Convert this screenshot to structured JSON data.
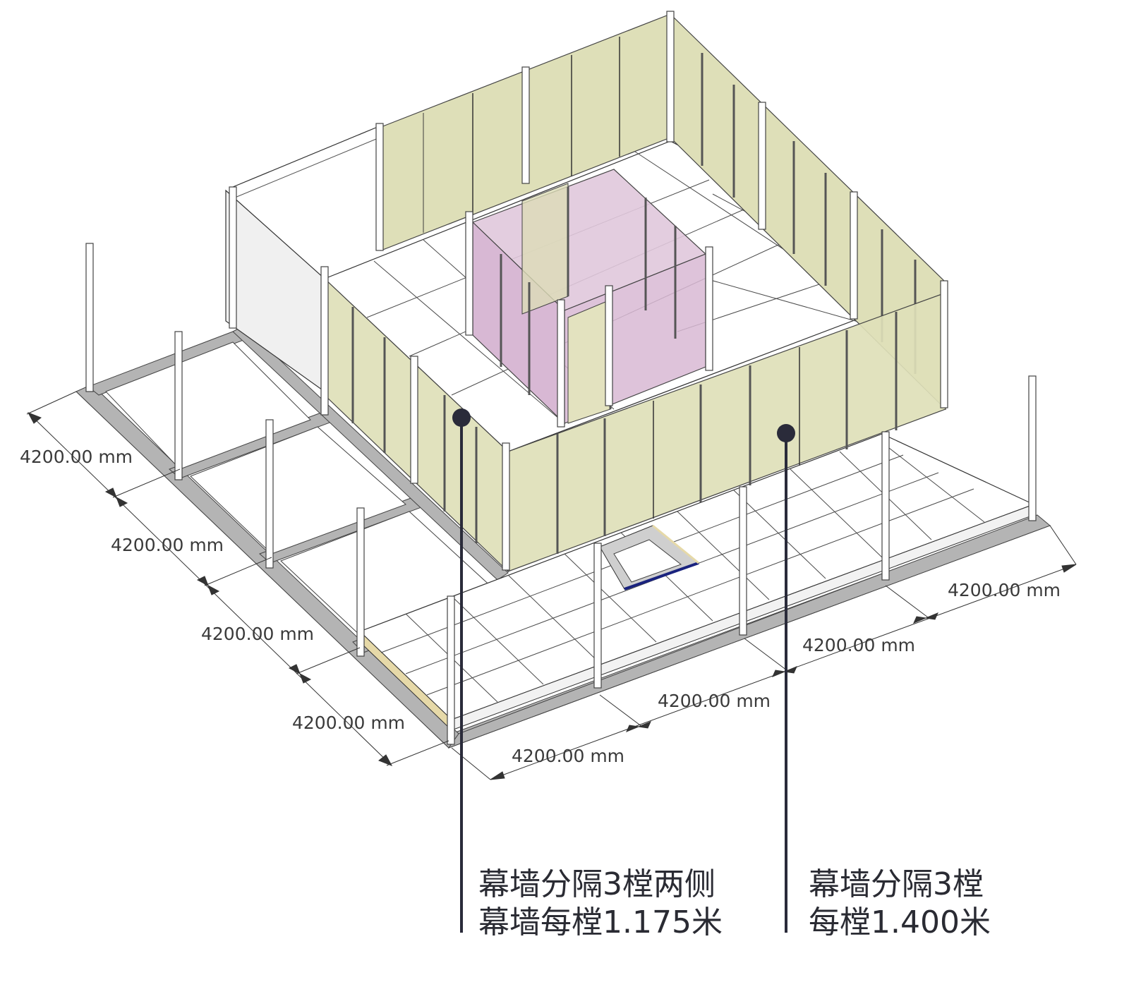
{
  "diagram": {
    "type": "isometric-architectural-axonometric",
    "subject": "Modular pavilion with curtain-wall glass panels and inner glass box on raised tiled floor",
    "colors": {
      "background": "#ffffff",
      "ground_frame": "#b4b4b4",
      "glass_yellow": "#dedfb8",
      "glass_pink": "#d8b8d4",
      "floor_tile": "#ffffff",
      "solid_wall": "#f0f0f0",
      "callout": "#2a2b3a",
      "dimension_text": "#3a3a3a",
      "hatch_edge_blue": "#1a237e",
      "trim_wood": "#e6d9a8"
    },
    "dimensions": {
      "left_side": [
        {
          "label": "4200.00 mm"
        },
        {
          "label": "4200.00 mm"
        },
        {
          "label": "4200.00 mm"
        },
        {
          "label": "4200.00 mm"
        }
      ],
      "right_side": [
        {
          "label": "4200.00 mm"
        },
        {
          "label": "4200.00 mm"
        },
        {
          "label": "4200.00 mm"
        },
        {
          "label": "4200.00 mm"
        }
      ]
    },
    "callouts": [
      {
        "id": "left",
        "line1": "幕墙分隔3樘两侧",
        "line2": "幕墙每樘1.175米"
      },
      {
        "id": "right",
        "line1": "幕墙分隔3樘",
        "line2": "每樘1.400米"
      }
    ]
  }
}
